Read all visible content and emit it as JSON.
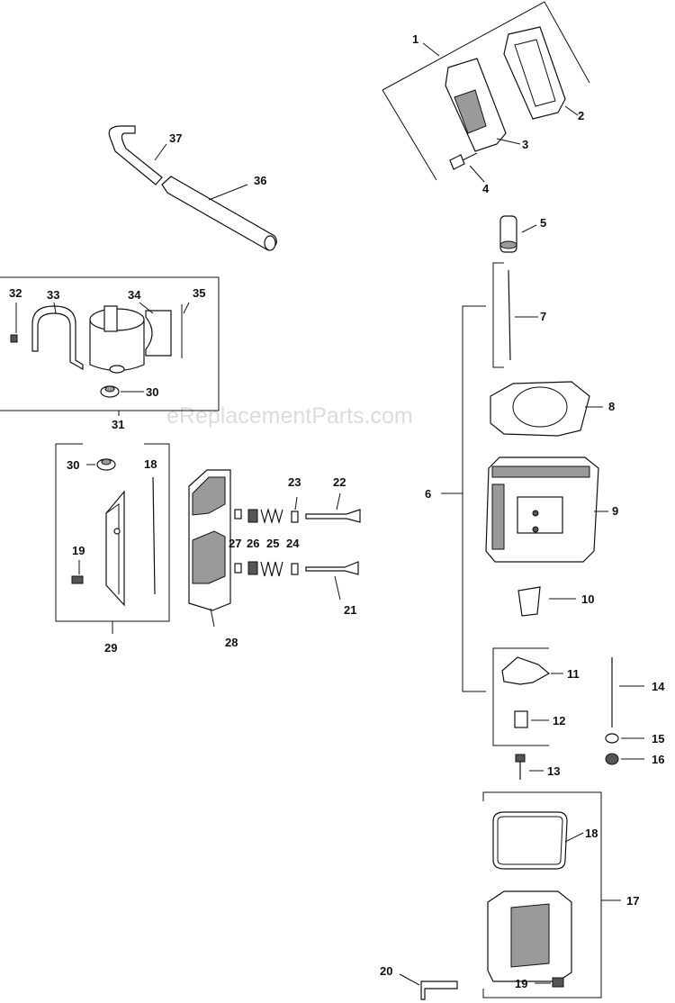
{
  "watermark": "eReplacementParts.com",
  "callouts": [
    "1",
    "2",
    "3",
    "4",
    "5",
    "6",
    "7",
    "8",
    "9",
    "10",
    "11",
    "12",
    "13",
    "14",
    "15",
    "16",
    "17",
    "18",
    "18",
    "19",
    "19",
    "20",
    "21",
    "22",
    "23",
    "24",
    "25",
    "26",
    "27",
    "28",
    "29",
    "30",
    "30",
    "31",
    "32",
    "33",
    "34",
    "35",
    "36",
    "37"
  ]
}
